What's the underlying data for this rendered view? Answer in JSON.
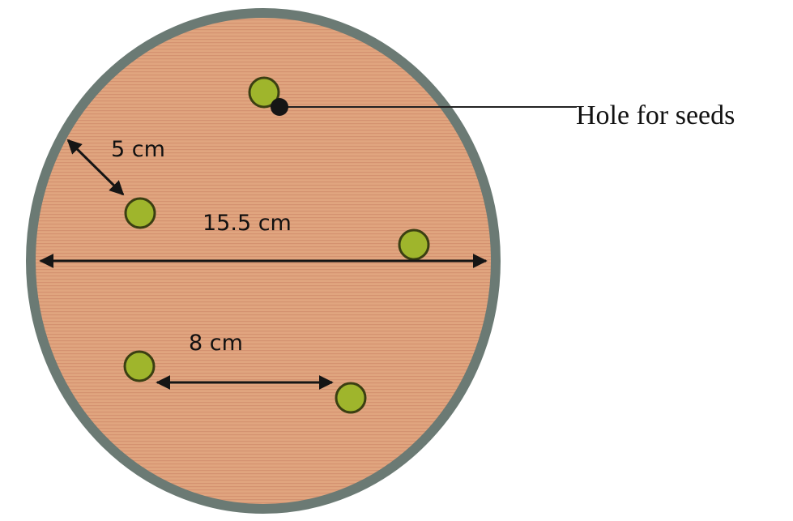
{
  "labels": {
    "hole_for_seeds": "Hole for seeds",
    "diameter": "15.5 cm",
    "edge_to_hole": "5 cm",
    "hole_to_hole": "8 cm"
  },
  "colors": {
    "tray_fill": "#e0a57f",
    "tray_rim": "#6b7a74",
    "seed_fill": "#9fb52c",
    "seed_outline": "#3b3f12",
    "hole": "#151515",
    "arrow": "#151515",
    "leader": "#222222"
  }
}
